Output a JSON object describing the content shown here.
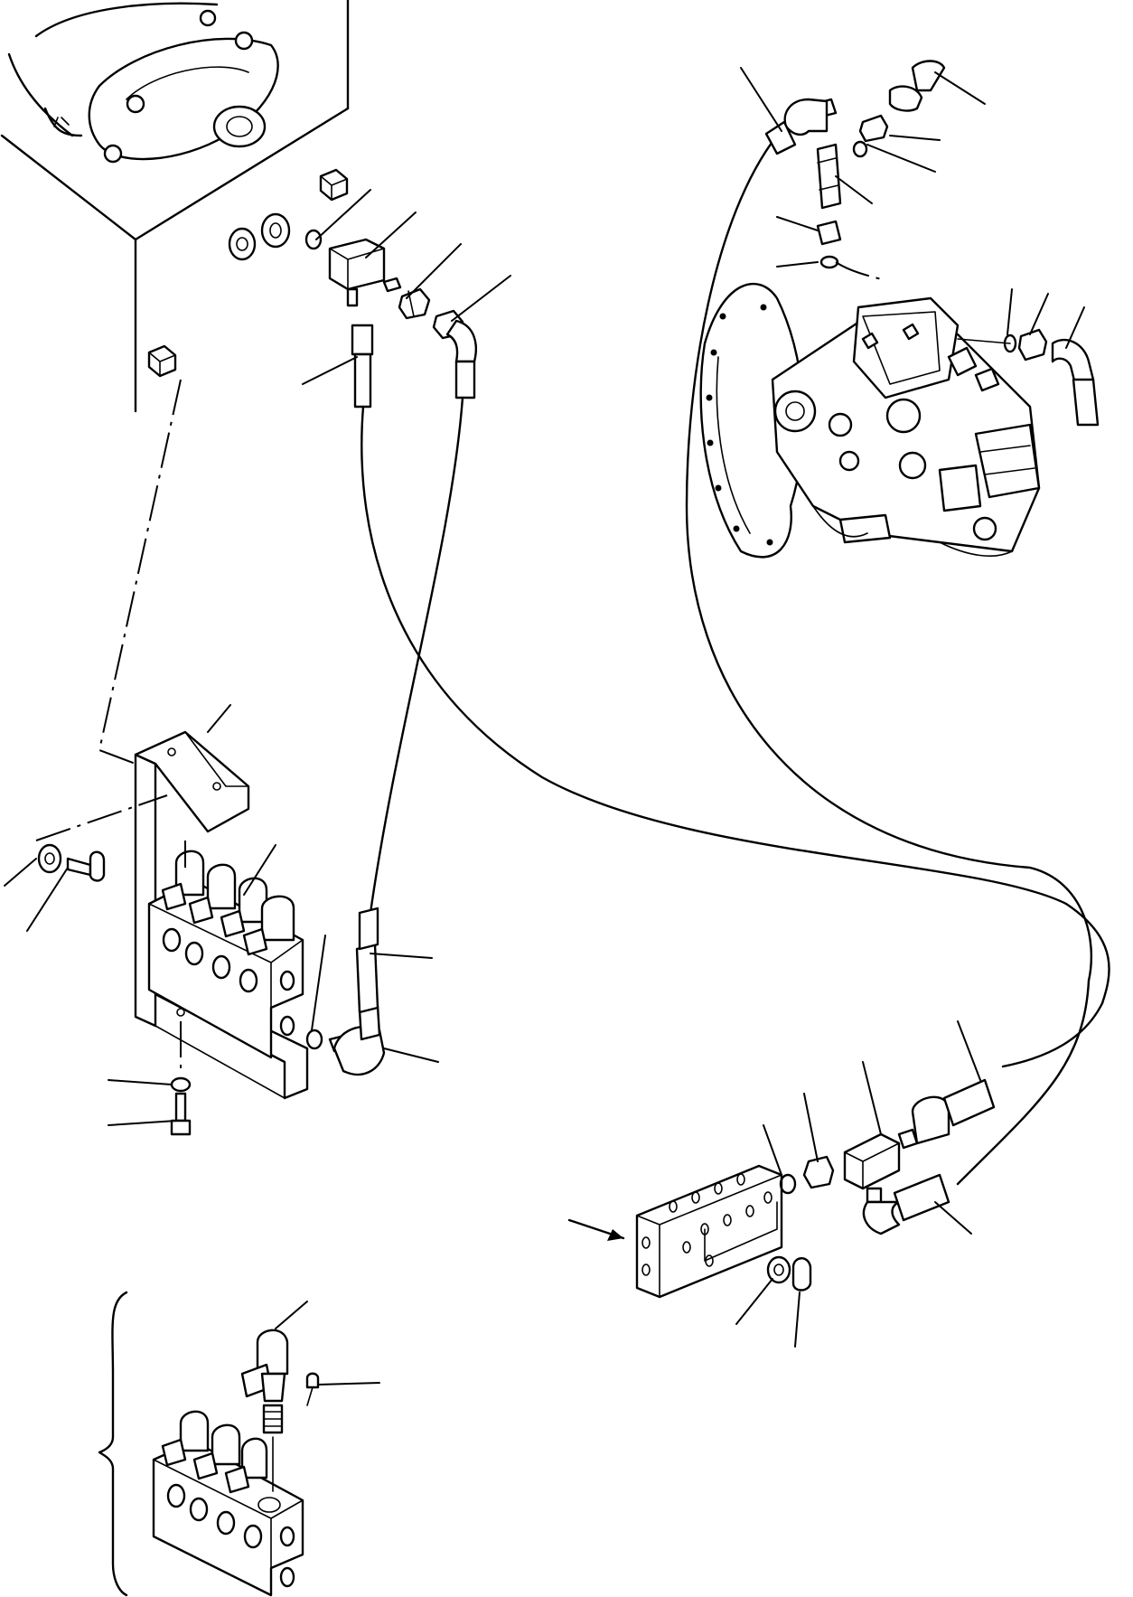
{
  "diagram": {
    "type": "exploded-parts-diagram",
    "labels": [],
    "parts": [
      "hydraulic-tank",
      "hydraulic-pump",
      "tee-fitting-top",
      "tee-fitting-bottom",
      "elbow-fitting-top",
      "elbow-fitting-bottom",
      "elbow-fitting-pump",
      "hose",
      "mounting-bracket",
      "solenoid-valve-block",
      "solenoid-valve-block-inset",
      "control-valve-block",
      "o-ring",
      "bolt",
      "washer",
      "plug",
      "adapter"
    ],
    "inset": {
      "bracketed": true
    }
  }
}
